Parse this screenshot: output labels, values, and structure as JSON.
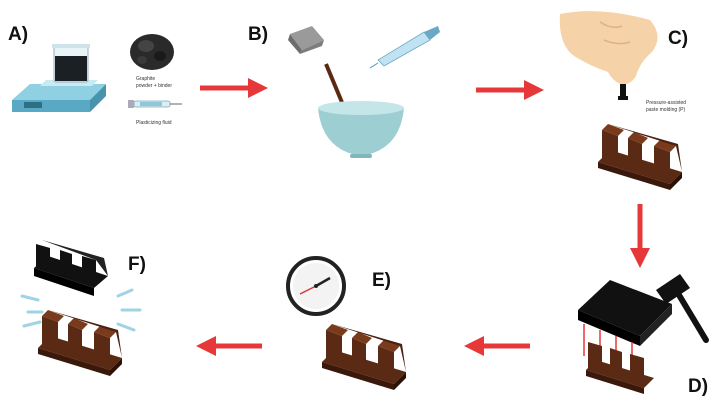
{
  "steps": {
    "a": {
      "label": "A)",
      "caption_1": "Graphite",
      "caption_2": "powder + binder",
      "caption_3": "Plasticizing fluid"
    },
    "b": {
      "label": "B)"
    },
    "c": {
      "label": "C)",
      "caption_1": "Pressure-assisted",
      "caption_2": "paste molding (P)"
    },
    "d": {
      "label": "D)"
    },
    "e": {
      "label": "E)"
    },
    "f": {
      "label": "F)"
    }
  },
  "icons": {
    "scale": "lab-balance-icon",
    "graphite": "graphite-pile-icon",
    "syringe": "syringe-icon",
    "cube": "additive-cube-icon",
    "dropper": "dropper-icon",
    "bowl": "mixing-bowl-icon",
    "hand": "hand-press-icon",
    "hammer": "hammer-icon",
    "clock": "clock-icon",
    "mold": "e-shaped-mold-icon"
  },
  "colors": {
    "arrow": "#e63838",
    "mold_brown": "#5a2a14",
    "mold_dark": "#3a190a",
    "press_black": "#111111",
    "scale_teal": "#7cc6dc",
    "bowl_teal": "#9dcfd2",
    "skin": "#f5d2a8"
  }
}
